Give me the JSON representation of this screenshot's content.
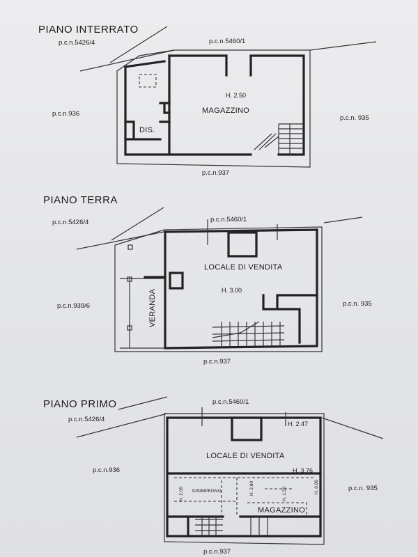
{
  "floors": [
    {
      "title": "PIANO INTERRATO",
      "parcels": {
        "top_left": "p.c.n.5426/4",
        "top_right": "p.c.n.5460/1",
        "left": "p.c.n.936",
        "right": "p.c.n. 935",
        "bottom": "p.c.n.937"
      },
      "rooms": {
        "main": "MAGAZZINO",
        "height": "H. 2.50",
        "small": "DIS."
      }
    },
    {
      "title": "PIANO TERRA",
      "parcels": {
        "top_left": "p.c.n.5426/4",
        "top_right": "p.c.n.5460/1",
        "left": "p.c.n.939/6",
        "right": "p.c.n. 935",
        "bottom": "p.c.n.937"
      },
      "rooms": {
        "main": "LOCALE DI VENDITA",
        "height": "H. 3.00",
        "side": "VERANDA"
      }
    },
    {
      "title": "PIANO PRIMO",
      "parcels": {
        "top_left": "p.c.n.5426/4",
        "top_right": "p.c.n.5460/1",
        "left": "p.c.n.936",
        "right": "p.c.n. 935",
        "bottom": "p.c.n.937"
      },
      "rooms": {
        "main": "LOCALE DI VENDITA",
        "height_top": "H. 2.47",
        "height_mid": "H. 3.76",
        "corridor": "DISIMPEGNO",
        "store": "MAGAZZINO",
        "h_corridor": "H. 2.05",
        "h_a": "H. 2.80",
        "h_b": "H. 1.50",
        "h_c": "H. 0.80"
      }
    }
  ]
}
